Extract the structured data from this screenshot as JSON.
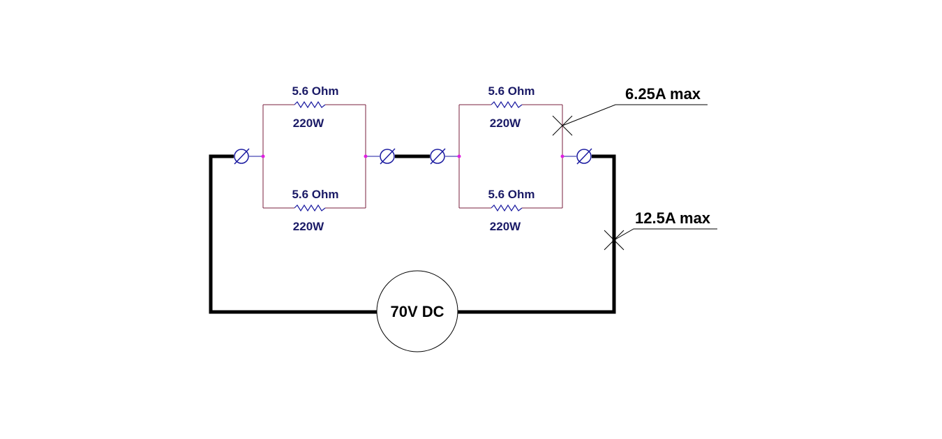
{
  "colors": {
    "background": "#ffffff",
    "thick_wire": "#000000",
    "thin_wire": "#7a1f3d",
    "resistor": "#1a1aa0",
    "terminal": "#1a1aa0",
    "node": "#e020e0",
    "label": "#1a1a66",
    "annotation": "#000000"
  },
  "resistors": [
    {
      "value": "5.6 Ohm",
      "power": "220W"
    },
    {
      "value": "5.6 Ohm",
      "power": "220W"
    },
    {
      "value": "5.6 Ohm",
      "power": "220W"
    },
    {
      "value": "5.6 Ohm",
      "power": "220W"
    }
  ],
  "source": {
    "label": "70V DC"
  },
  "annotations": {
    "branch_current": "6.25A max",
    "total_current": "12.5A max"
  },
  "icons": {
    "terminal": "terminal-icon",
    "resistor": "resistor-icon",
    "node": "junction-dot-icon",
    "measure_point": "cross-marker-icon"
  }
}
